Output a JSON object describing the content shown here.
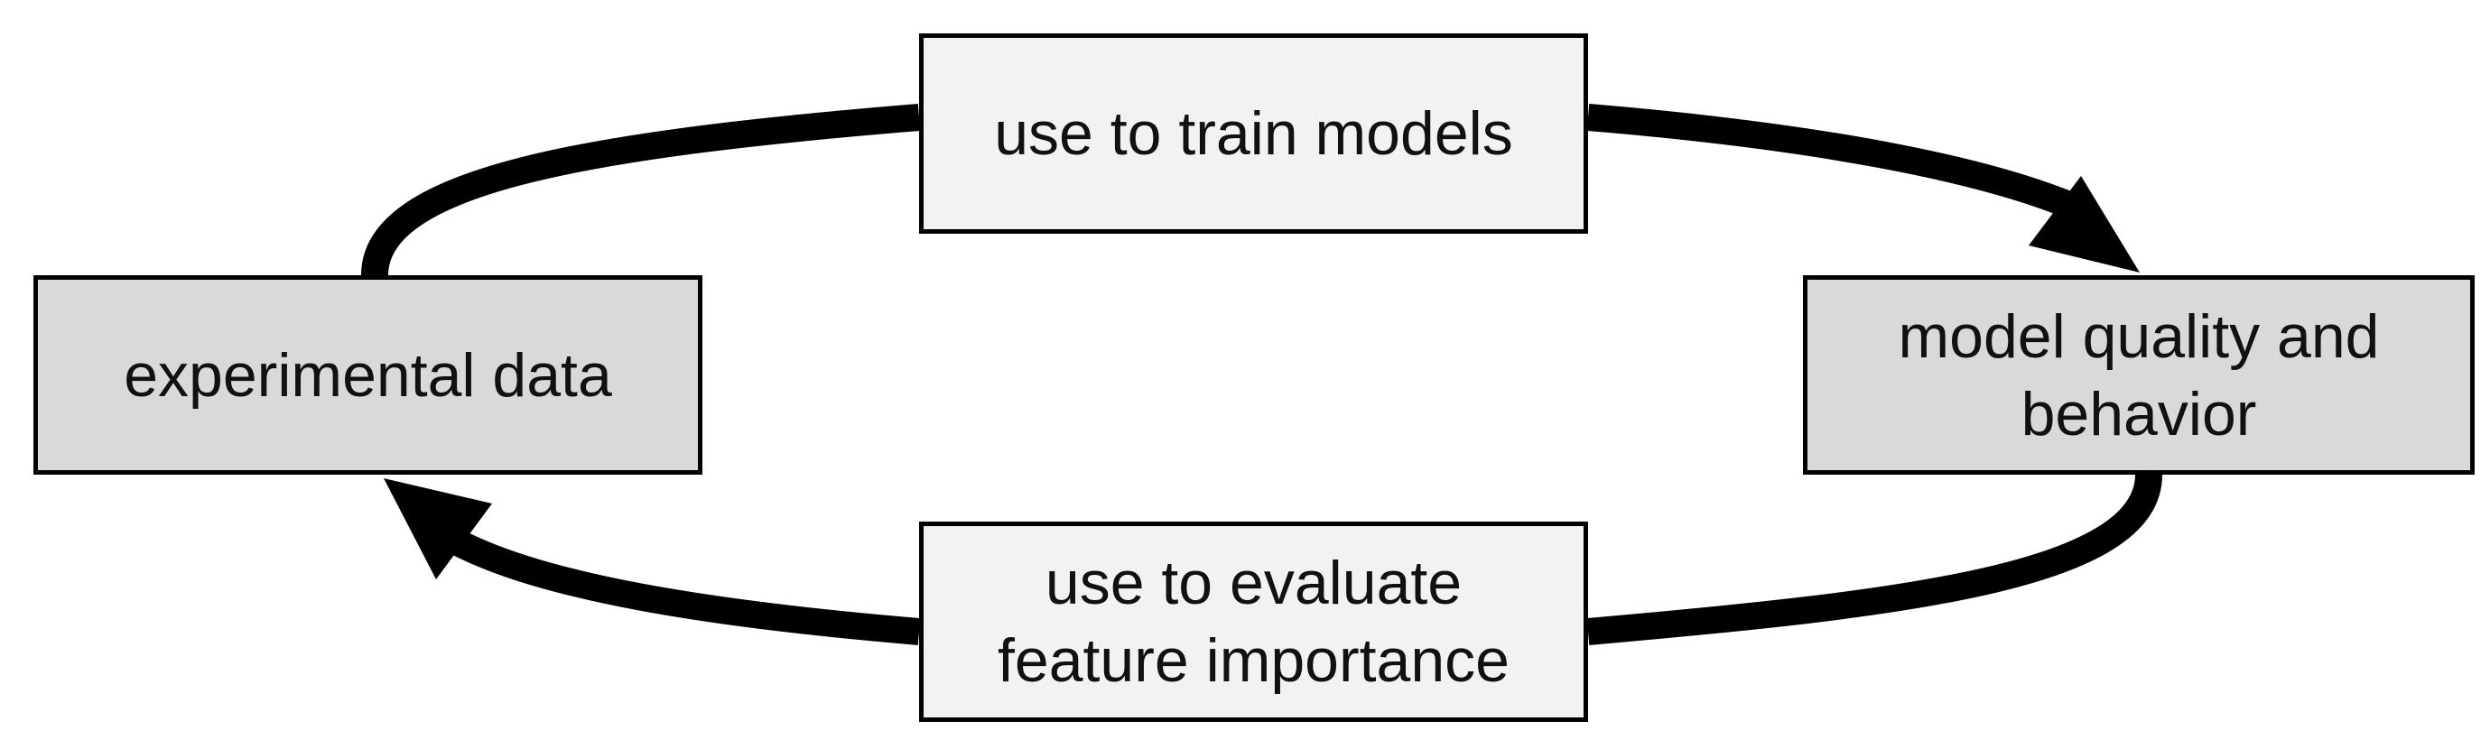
{
  "diagram": {
    "nodes": {
      "experimental": {
        "lines": [
          "experimental data"
        ],
        "fill": "#d9d9d9"
      },
      "quality": {
        "lines": [
          "model quality and",
          "behavior"
        ],
        "fill": "#d9d9d9"
      },
      "train": {
        "lines": [
          "use to train models"
        ],
        "fill": "#f2f2f2"
      },
      "evaluate": {
        "lines": [
          "use to evaluate",
          "feature importance"
        ],
        "fill": "#f2f2f2"
      }
    },
    "edges": [
      {
        "from": "experimental",
        "via": "train",
        "to": "quality"
      },
      {
        "from": "quality",
        "via": "evaluate",
        "to": "experimental"
      }
    ],
    "colors": {
      "stroke": "#000000",
      "node_dark": "#d9d9d9",
      "node_light": "#f2f2f2"
    }
  }
}
